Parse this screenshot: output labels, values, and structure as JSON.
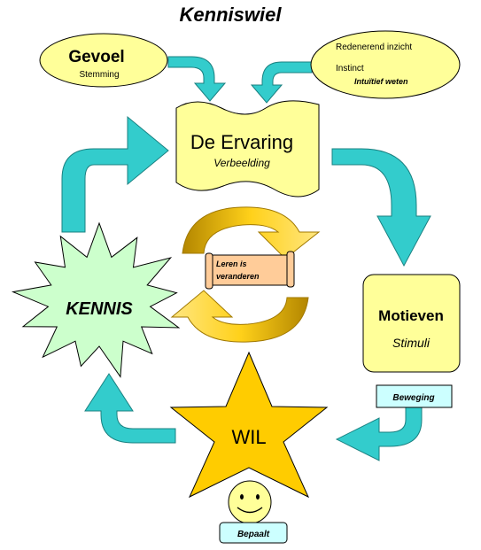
{
  "title": "Kenniswiel",
  "gevoel": {
    "title": "Gevoel",
    "subtitle": "Stemming"
  },
  "inzicht": {
    "line1": "Redenerend inzicht",
    "line2": "Instinct",
    "line3": "Intuïtief weten"
  },
  "ervaring": {
    "title": "De Ervaring",
    "subtitle": "Verbeelding"
  },
  "motieven": {
    "title": "Motieven",
    "subtitle": "Stimuli"
  },
  "beweging": "Beweging",
  "kennis": "KENNIS",
  "wil": "WIL",
  "bepaalt": "Bepaalt",
  "scroll": {
    "line1": "Leren is",
    "line2": "veranderen"
  },
  "colors": {
    "ellipse_fill": "#ffff99",
    "box_fill": "#ffff99",
    "arrow_teal": "#33cccc",
    "star_gold": "#ffcc00",
    "burst_green": "#ccffcc",
    "cycle_gold": "#ffcc00",
    "scroll_fill": "#ffcc99",
    "label_box_fill": "#ccffff",
    "title_color": "#000000"
  }
}
